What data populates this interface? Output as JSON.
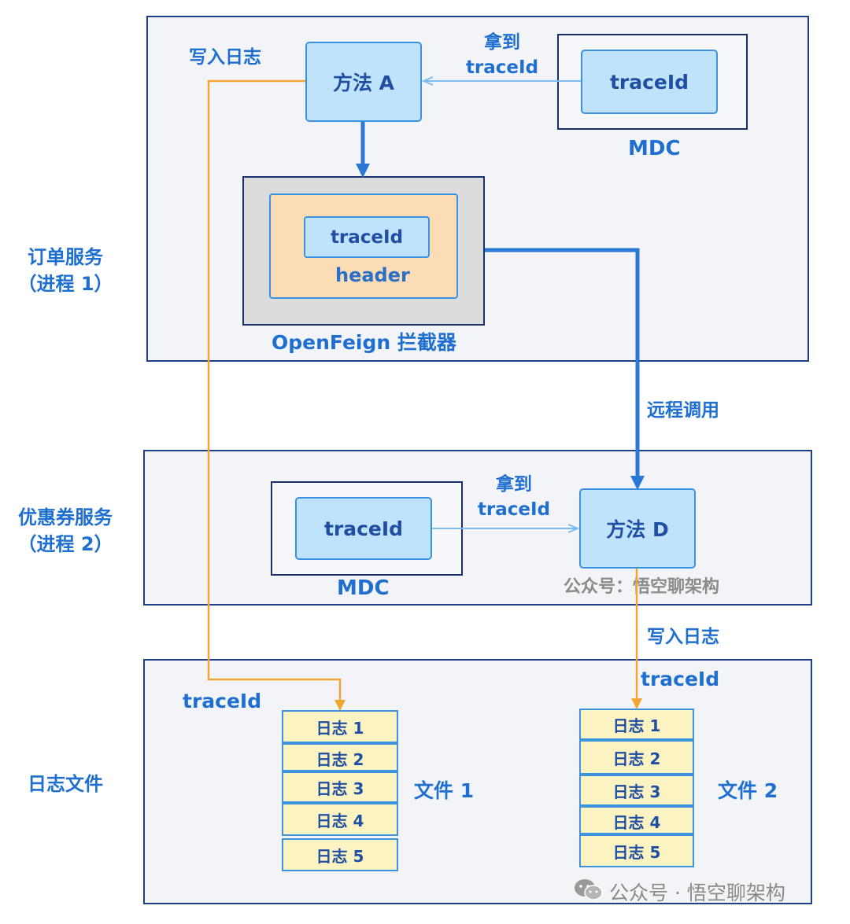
{
  "side_labels": {
    "order_service_line1": "订单服务",
    "order_service_line2": "（进程 1）",
    "coupon_service_line1": "优惠券服务",
    "coupon_service_line2": "（进程 2）",
    "log_files": "日志文件"
  },
  "order_panel": {
    "method_a": "方法 A",
    "mdc_traceid": "traceId",
    "mdc_label": "MDC",
    "get_trace_line1": "拿到",
    "get_trace_line2": "traceId",
    "write_log": "写入日志",
    "interceptor_traceid": "traceId",
    "interceptor_header": "header",
    "interceptor_label": "OpenFeign 拦截器"
  },
  "remote_call": "远程调用",
  "coupon_panel": {
    "mdc_traceid": "traceId",
    "mdc_label": "MDC",
    "get_trace_line1": "拿到",
    "get_trace_line2": "traceId",
    "method_d": "方法 D",
    "watermark": "公众号：悟空聊架构"
  },
  "write_log_2": "写入日志",
  "log_panel": {
    "traceid_left": "traceId",
    "traceid_right": "traceId",
    "file1_label": "文件 1",
    "file2_label": "文件 2",
    "file1_entries": [
      "日志 1",
      "日志 2",
      "日志 3",
      "日志 4",
      "日志 5"
    ],
    "file2_entries": [
      "日志 1",
      "日志 2",
      "日志 3",
      "日志 4",
      "日志 5"
    ]
  },
  "watermark_bottom": "公众号 · 悟空聊架构",
  "colors": {
    "blue_arrow": "#2a78d4",
    "light_arrow": "#7cbcf0",
    "orange_arrow": "#f3a532",
    "node_fill": "#bfe3fa",
    "header_fill": "#fbdcb4",
    "log_fill": "#fbf3c2"
  }
}
